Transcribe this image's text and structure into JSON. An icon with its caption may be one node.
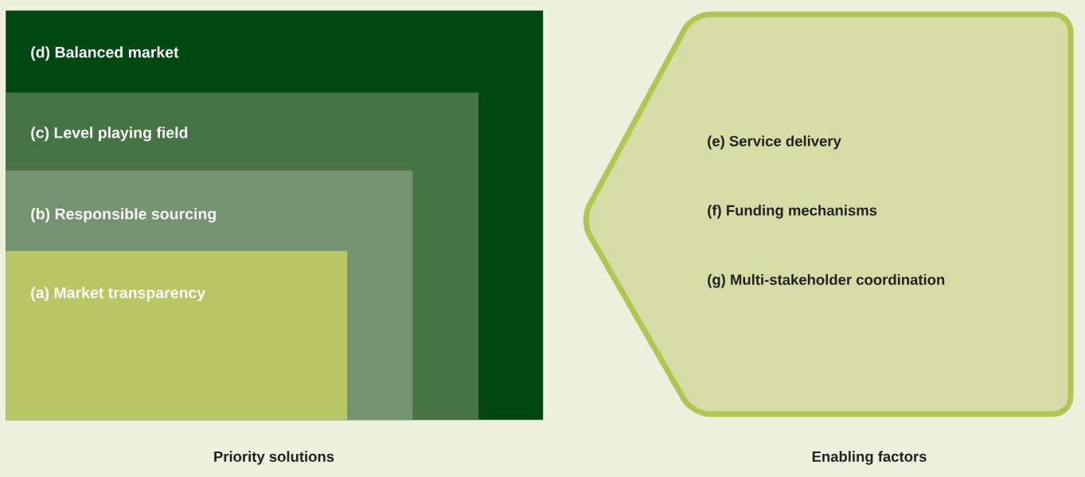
{
  "diagram": {
    "nodes": [
      {
        "text": [
          "(d) Balanced market"
        ]
      },
      {
        "text": [
          "(c) Level playing field"
        ],
        "in": 0
      },
      {
        "text": [
          "(b) Responsible sourcing"
        ],
        "in": 1
      },
      {
        "text": [
          "(a) Market transparency"
        ],
        "in": 2
      },
      {
        "text": [
          "(e) Service delivery",
          "(f) Funding mechanisms",
          "(g) Multi-stakeholder coordination"
        ]
      }
    ],
    "labels": [
      "Priority solutions",
      "Enabling factors"
    ]
  }
}
